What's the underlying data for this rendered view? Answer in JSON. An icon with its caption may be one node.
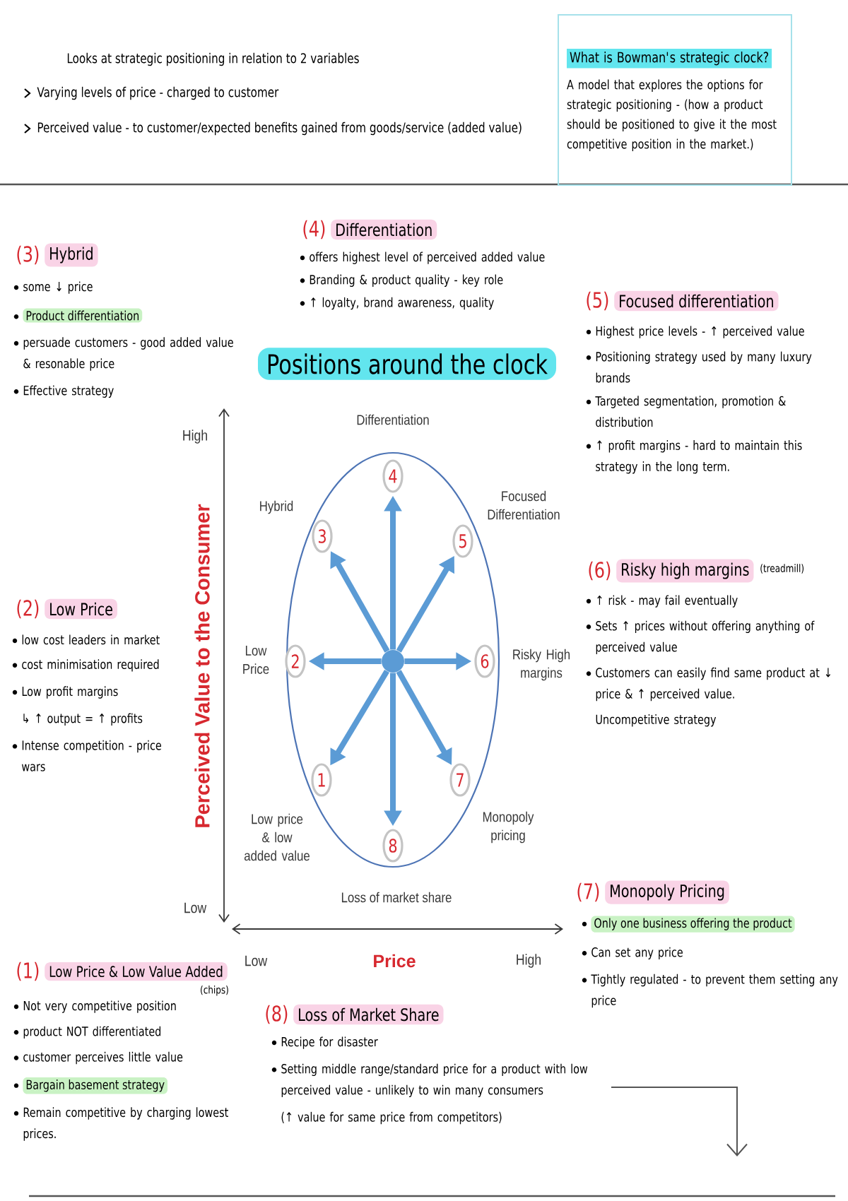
{
  "diagram": {
    "title": "Positions around the clock",
    "nodes": [
      {
        "text": [
          "What is Bowman's strategic clock?",
          "A model that explores the options for strategic positioning - (how a product should be positioned to give it the most competitive position in the market.)"
        ]
      },
      {
        "text": [
          "4"
        ],
        "beside": [
          "Differentiation"
        ]
      },
      {
        "text": [
          "3"
        ],
        "beside": [
          "Hybrid"
        ]
      },
      {
        "text": [
          "5"
        ],
        "beside": [
          "Focused Differentiation"
        ]
      },
      {
        "text": [
          "2"
        ],
        "beside": [
          "Low Price"
        ]
      },
      {
        "text": [],
        "shape": "circle"
      },
      {
        "text": [
          "6"
        ],
        "beside": [
          "Risky High margins"
        ]
      },
      {
        "text": [
          "1"
        ],
        "beside": [
          "Low price & low added value"
        ]
      },
      {
        "text": [
          "7"
        ],
        "beside": [
          "Monopoly pricing"
        ]
      },
      {
        "text": [
          "8"
        ],
        "beside": [
          "Loss of market share"
        ]
      }
    ],
    "edges": [
      {
        "from": 5,
        "to": 1,
        "arrow": "to"
      },
      {
        "from": 5,
        "to": 2,
        "arrow": "to"
      },
      {
        "from": 5,
        "to": 3,
        "arrow": "to"
      },
      {
        "from": 5,
        "to": 4,
        "arrow": "to"
      },
      {
        "from": 5,
        "to": 6,
        "arrow": "to"
      },
      {
        "from": 5,
        "to": 7,
        "arrow": "to"
      },
      {
        "from": 5,
        "to": 8,
        "arrow": "to"
      },
      {
        "from": 5,
        "to": 9,
        "arrow": "to"
      }
    ],
    "labels": [
      "Looks at strategic positioning in relation to 2 variables",
      "Varying levels of price - charged to customer",
      "Perceived value - to customer/expected benefits gained from goods/service (added value)",
      "(3)",
      "Hybrid",
      "some ↓ price",
      "Product differentiation",
      "persuade customers - good added value & resonable price",
      "Effective strategy",
      "(4)",
      "Differentiation",
      "offers highest level of perceived added value",
      "Branding & product quality - key role",
      "↑ loyalty, brand awareness, quality",
      "(5)",
      "Focused differentiation",
      "Highest price levels - ↑ perceived value",
      "Positioning strategy used by many luxury brands",
      "Targeted segmentation, promotion & distribution",
      "↑ profit margins - hard to maintain this strategy in the long term.",
      "High",
      "Perceived Value to the Consumer",
      "(2)",
      "Low Price",
      "low cost leaders in market",
      "cost minimisation required",
      "Low profit margins",
      "↳ ↑ output = ↑ profits",
      "Intense competition - price wars",
      "(6)",
      "Risky high margins",
      "(treadmill)",
      "↑ risk - may fail eventually",
      "Sets ↑ prices without offering anything of perceived value",
      "Customers can easily find same product at ↓ price & ↑ perceived value.",
      "Uncompetitive strategy",
      "(7)",
      "Monopoly Pricing",
      "Only one business offering the product",
      "Can set any price",
      "Tightly regulated - to prevent them setting any price",
      "Low",
      "Low",
      "Price",
      "High",
      "(1)",
      "Low Price & Low Value Added",
      "(chips)",
      "Not very competitive position",
      "product NOT differentiated",
      "customer perceives little value",
      "Bargain basement strategy",
      "Remain competitive by charging lowest prices.",
      "(8)",
      "Loss of Market Share",
      "Recipe for disaster",
      "Setting middle range/standard price for a product with low perceived value - unlikely to win many consumers",
      "(↑ value for same price from competitors)"
    ]
  }
}
